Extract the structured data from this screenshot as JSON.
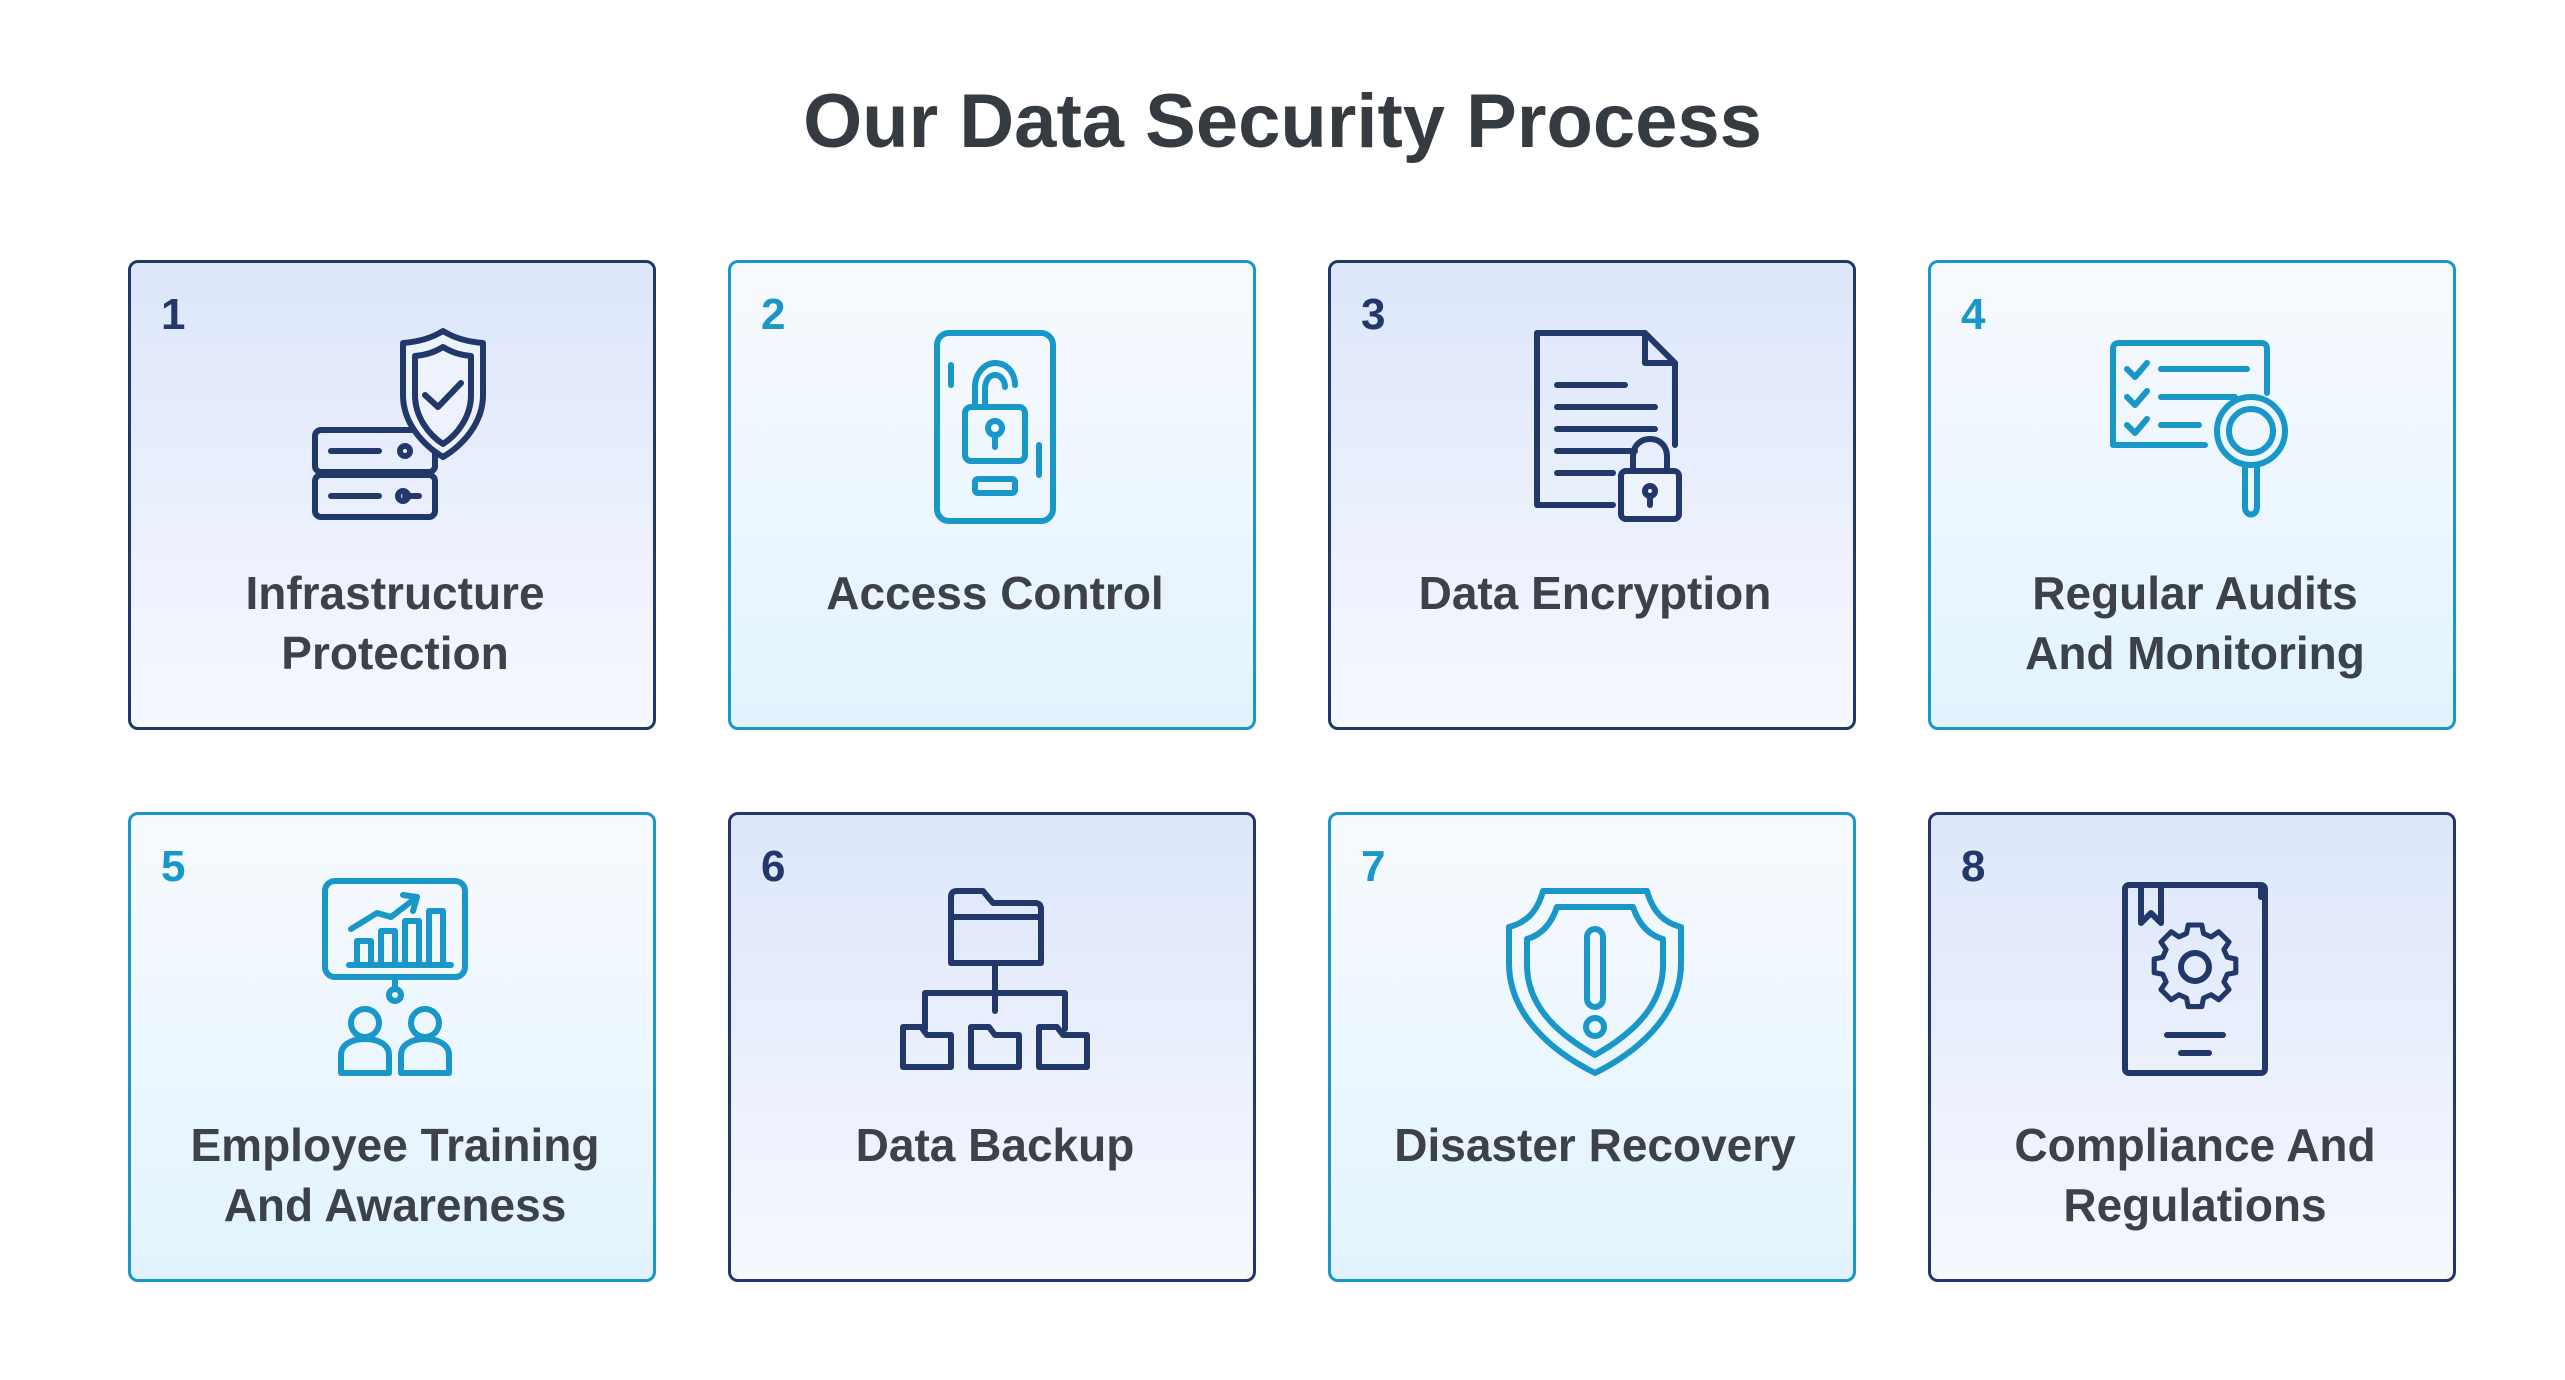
{
  "title": "Our Data Security Process",
  "colors": {
    "navy": "#22386b",
    "teal": "#1a97c9",
    "text": "#3d4148"
  },
  "cards": [
    {
      "number": "1",
      "label": "Infrastructure\nProtection",
      "icon": "server-shield-icon",
      "style": "navy"
    },
    {
      "number": "2",
      "label": "Access Control",
      "icon": "phone-padlock-icon",
      "style": "teal"
    },
    {
      "number": "3",
      "label": "Data Encryption",
      "icon": "document-lock-icon",
      "style": "navy"
    },
    {
      "number": "4",
      "label": "Regular Audits\nAnd Monitoring",
      "icon": "checklist-magnifier-icon",
      "style": "teal"
    },
    {
      "number": "5",
      "label": "Employee Training\nAnd Awareness",
      "icon": "presentation-board-people-icon",
      "style": "teal"
    },
    {
      "number": "6",
      "label": "Data Backup",
      "icon": "folder-hierarchy-icon",
      "style": "navy"
    },
    {
      "number": "7",
      "label": "Disaster Recovery",
      "icon": "shield-warning-icon",
      "style": "teal"
    },
    {
      "number": "8",
      "label": "Compliance And\nRegulations",
      "icon": "book-gear-icon",
      "style": "navy"
    }
  ]
}
